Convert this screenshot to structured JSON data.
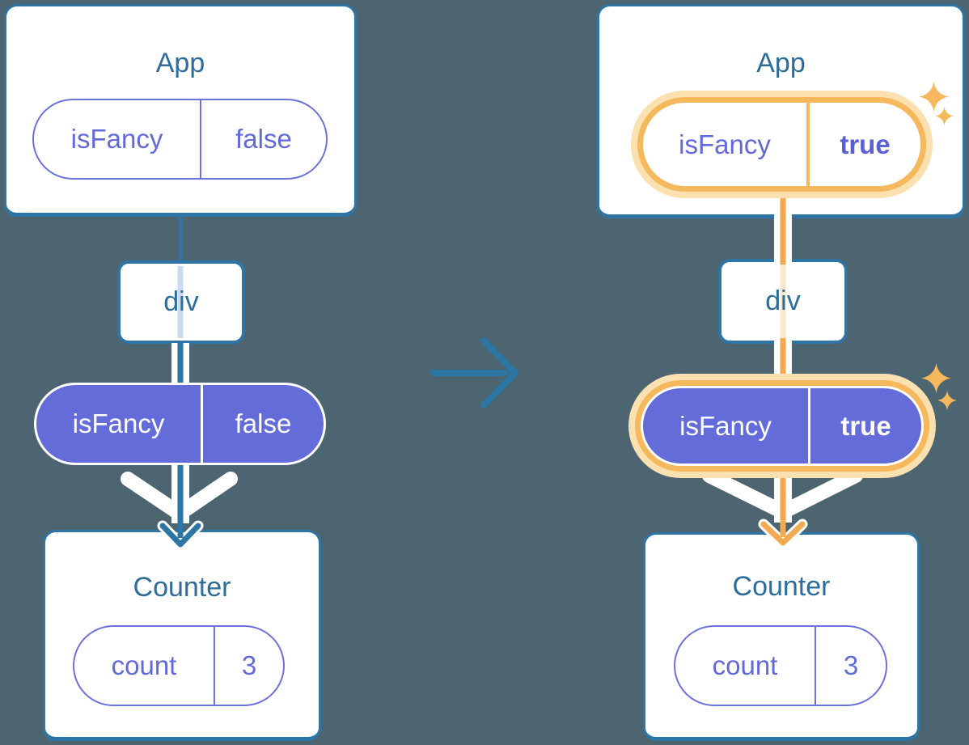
{
  "diagram": {
    "left": {
      "app": {
        "title": "App",
        "prop": {
          "name": "isFancy",
          "value": "false"
        }
      },
      "div_node": {
        "label": "div"
      },
      "passed_prop": {
        "name": "isFancy",
        "value": "false"
      },
      "counter": {
        "title": "Counter",
        "state": {
          "name": "count",
          "value": "3"
        }
      }
    },
    "right": {
      "app": {
        "title": "App",
        "prop": {
          "name": "isFancy",
          "value": "true"
        }
      },
      "div_node": {
        "label": "div"
      },
      "passed_prop": {
        "name": "isFancy",
        "value": "true"
      },
      "counter": {
        "title": "Counter",
        "state": {
          "name": "count",
          "value": "3"
        }
      }
    }
  },
  "icons": {
    "transition": "right-arrow",
    "highlight": "sparkle"
  },
  "colors": {
    "background": "#4C6571",
    "card_border": "#2E75A6",
    "title_text": "#2D6D99",
    "purple_fill": "#636CD9",
    "purple_text": "#6269D8",
    "purple_text_bold": "#5A60D4",
    "purple_outline": "#6B71DD",
    "orange_line": "#F3A94F",
    "orange_ring": "#F6B85C",
    "orange_glow": "#FBE0B0",
    "cream_stripe": "#FBE8CB",
    "lavender_stripe": "#CCD9F2",
    "arrow_blue": "#2B76A4"
  }
}
